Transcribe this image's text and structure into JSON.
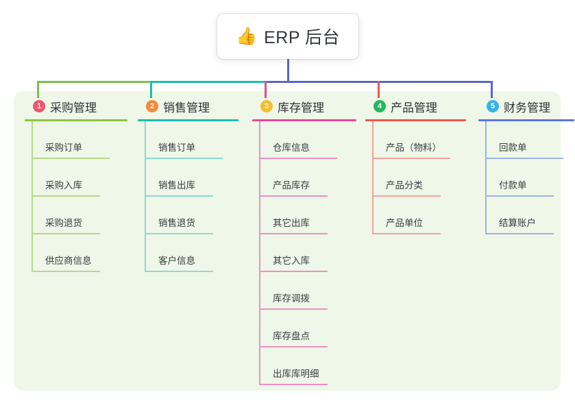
{
  "root": {
    "icon": "thumbs-up-icon",
    "icon_glyph": "👍",
    "title": "ERP 后台"
  },
  "theme": {
    "page_background": "#ffffff",
    "panel_background": "#eef7e8",
    "root_card_background": "#ffffff",
    "text_color": "#33363d",
    "trunk_color": "#5766c8"
  },
  "connectors": {
    "trunk_color": "#5766c8",
    "segments": [
      {
        "name": "bus-segment-green",
        "color": "#7cc04a"
      },
      {
        "name": "bus-segment-teal",
        "color": "#16c2ab"
      },
      {
        "name": "bus-segment-blue",
        "color": "#5766c8"
      }
    ]
  },
  "columns": [
    {
      "number": "1",
      "title": "采购管理",
      "badge_color": "#f0566c",
      "line_color": "#8cc63f",
      "leaf_line_color": "#b5d98a",
      "drop_color": "#7cc04a",
      "items": [
        {
          "label": "采购订单"
        },
        {
          "label": "采购入库"
        },
        {
          "label": "采购退货"
        },
        {
          "label": "供应商信息"
        }
      ]
    },
    {
      "number": "2",
      "title": "销售管理",
      "badge_color": "#f5883c",
      "line_color": "#16c2ab",
      "leaf_line_color": "#8fd9cf",
      "drop_color": "#16c2ab",
      "items": [
        {
          "label": "销售订单"
        },
        {
          "label": "销售出库"
        },
        {
          "label": "销售退货"
        },
        {
          "label": "客户信息"
        }
      ]
    },
    {
      "number": "3",
      "title": "库存管理",
      "badge_color": "#f5bd2e",
      "line_color": "#e8469b",
      "leaf_line_color": "#ef8fc3",
      "drop_color": "#e8469b",
      "items": [
        {
          "label": "仓库信息"
        },
        {
          "label": "产品库存"
        },
        {
          "label": "其它出库"
        },
        {
          "label": "其它入库"
        },
        {
          "label": "库存调拨"
        },
        {
          "label": "库存盘点"
        },
        {
          "label": "出库库明细"
        }
      ]
    },
    {
      "number": "4",
      "title": "产品管理",
      "badge_color": "#22b95e",
      "line_color": "#f0564f",
      "leaf_line_color": "#f5a09b",
      "drop_color": "#f0564f",
      "items": [
        {
          "label": "产品（物料）"
        },
        {
          "label": "产品分类"
        },
        {
          "label": "产品单位"
        }
      ]
    },
    {
      "number": "5",
      "title": "财务管理",
      "badge_color": "#35b3e8",
      "line_color": "#5b78d8",
      "leaf_line_color": "#9db3e4",
      "drop_color": "#5766c8",
      "items": [
        {
          "label": "回款单"
        },
        {
          "label": "付款单"
        },
        {
          "label": "结算账户"
        }
      ]
    }
  ]
}
